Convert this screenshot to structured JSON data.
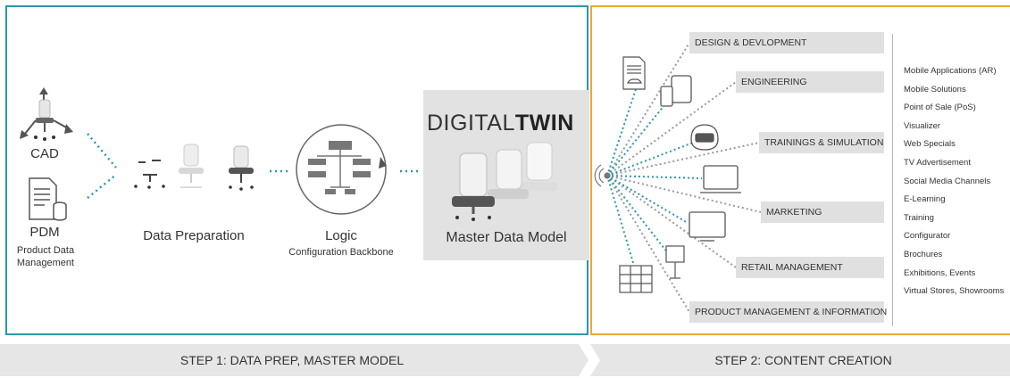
{
  "step1": {
    "cad": "CAD",
    "pdm": "PDM",
    "pdm_sub1": "Product Data",
    "pdm_sub2": "Management",
    "data_prep": "Data Preparation",
    "logic": "Logic",
    "logic_sub": "Configuration Backbone",
    "dt_light": "DIGITAL",
    "dt_bold": "TWIN",
    "master": "Master Data Model",
    "footer": "STEP 1: DATA PREP, MASTER MODEL"
  },
  "step2": {
    "categories": [
      "DESIGN & DEVLOPMENT",
      "ENGINEERING",
      "TRAININGS & SIMULATION",
      "MARKETING",
      "RETAIL MANAGEMENT",
      "PRODUCT MANAGEMENT & INFORMATION"
    ],
    "outputs": [
      "Mobile Applications (AR)",
      "Mobile Solutions",
      "Point of Sale (PoS)",
      "Visualizer",
      "Web Specials",
      "TV Advertisement",
      "Social Media Channels",
      "E-Learning",
      "Training",
      "Configurator",
      "Brochures",
      "Exhibitions, Events",
      "Virtual Stores, Showrooms"
    ],
    "footer": "STEP 2: CONTENT CREATION"
  },
  "colors": {
    "teal": "#2a97ad",
    "orange": "#f0a536",
    "gray": "#e0e0e0"
  }
}
